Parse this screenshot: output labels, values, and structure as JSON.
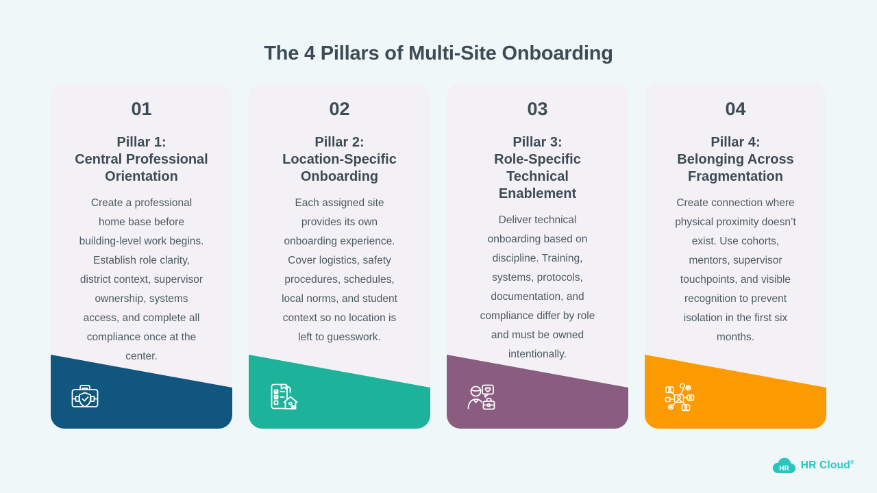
{
  "title": "The 4 Pillars of Multi-Site Onboarding",
  "colors": {
    "page-bg": "#EFF7F9",
    "card-bg": "#F4F1F6",
    "ink": "#3C4B54",
    "body-ink": "#4C5A63",
    "logo-teal": "#2BC5BF"
  },
  "pillars": [
    {
      "number": "01",
      "title": "Pillar 1:\nCentral Professional\nOrientation",
      "description": "Create a professional\nhome base before\nbuilding-level work begins.\nEstablish role clarity,\ndistrict context, supervisor\nownership, systems\naccess, and complete all\ncompliance once at the\ncenter.",
      "accent": "#10567F",
      "icon": "briefcase-shield-check-icon"
    },
    {
      "number": "02",
      "title": "Pillar 2:\nLocation-Specific\nOnboarding",
      "description": "Each assigned site\nprovides its own\nonboarding experience.\nCover logistics, safety\nprocedures, schedules,\nlocal norms, and student\ncontext so no location is\nleft to guesswork.",
      "accent": "#1CB39A",
      "icon": "checklist-house-icon"
    },
    {
      "number": "03",
      "title": "Pillar 3:\nRole-Specific\nTechnical\nEnablement",
      "description": "Deliver technical\nonboarding based on\ndiscipline. Training,\nsystems, protocols,\ndocumentation, and\ncompliance differ by role\nand must be owned\nintentionally.",
      "accent": "#8A5C80",
      "icon": "person-chat-briefcase-icon"
    },
    {
      "number": "04",
      "title": "Pillar 4:\nBelonging Across\nFragmentation",
      "description": "Create connection where\nphysical proximity doesn’t\nexist. Use cohorts,\nmentors, supervisor\ntouchpoints, and visible\nrecognition to prevent\nisolation in the first six\nmonths.",
      "accent": "#FC9A02",
      "icon": "people-network-icon"
    }
  ],
  "logo": {
    "badge": "HR",
    "text": "HR Cloud",
    "registered_mark": "®"
  }
}
